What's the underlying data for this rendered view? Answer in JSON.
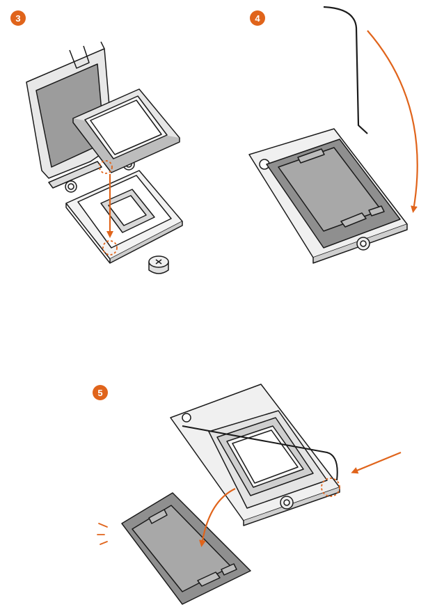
{
  "steps": [
    {
      "number": "3"
    },
    {
      "number": "4"
    },
    {
      "number": "5"
    }
  ],
  "colors": {
    "accent": "#E0641B",
    "line": "#1a1a1a",
    "plate": "#8f8f8f",
    "plate_light": "#bdbdbd",
    "metal": "#d4d4d4",
    "pad": "#a8a8a8"
  },
  "icons": [
    "cpu-chip",
    "socket-frame",
    "load-plate",
    "retention-lever",
    "screw",
    "arrow",
    "dashed-circle-marker"
  ]
}
